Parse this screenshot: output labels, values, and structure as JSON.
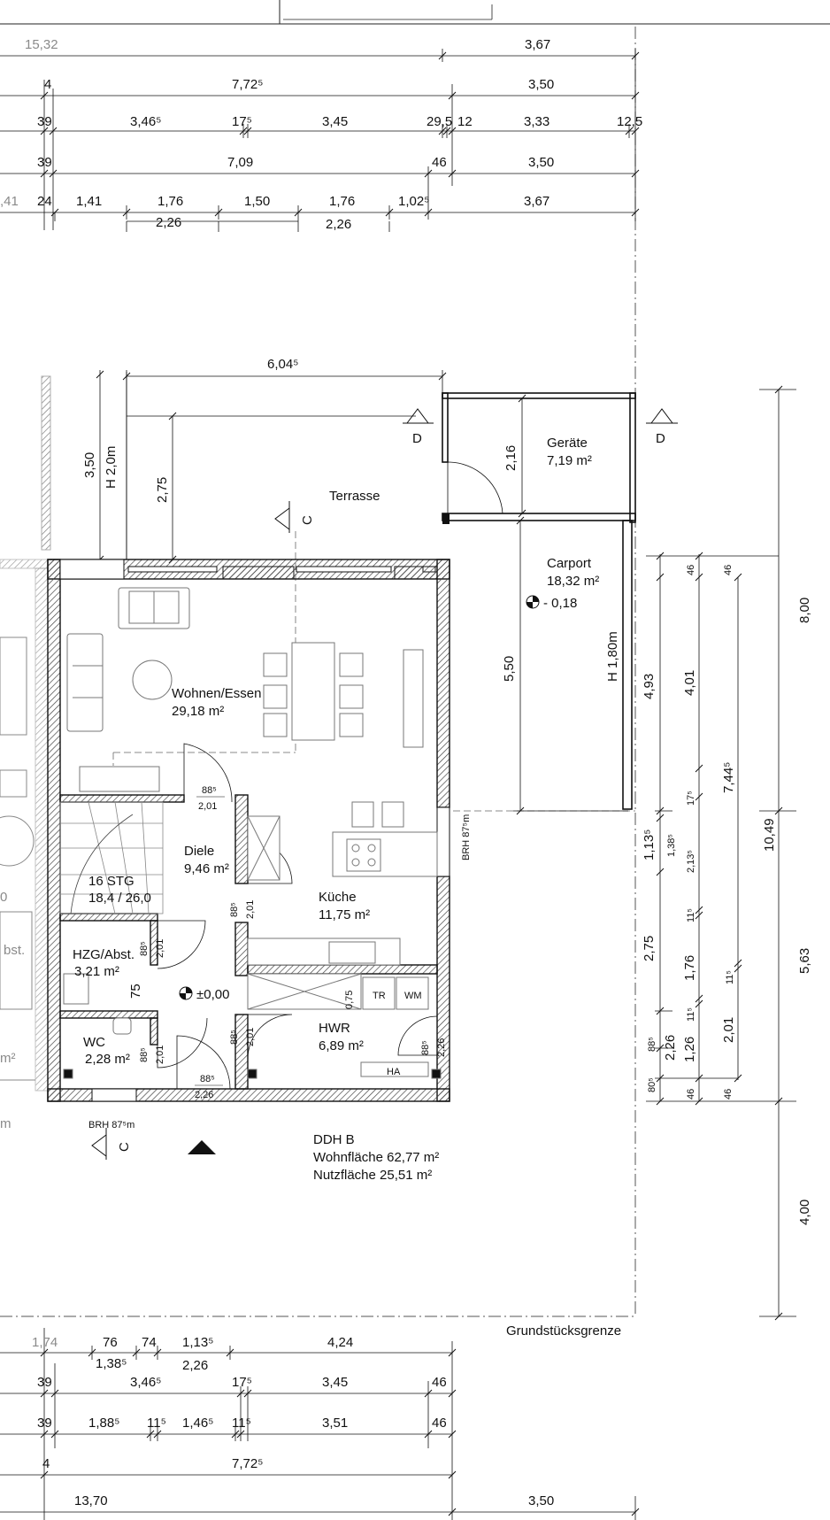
{
  "top_dimensions": {
    "row1": [
      "15,32",
      "3,67"
    ],
    "row2": [
      "4",
      "7,72⁵",
      "3,50"
    ],
    "row3": [
      "39",
      "3,46⁵",
      "17⁵",
      "3,45",
      "29,5",
      "12",
      "3,33",
      "12,5"
    ],
    "row4": [
      "39",
      "7,09",
      "46",
      "3,50"
    ],
    "row5": [
      ",41",
      "24",
      "1,41",
      "1,76",
      "1,50",
      "1,76",
      "1,02⁵",
      "3,67"
    ],
    "row5b": [
      "2,26",
      "2,26"
    ]
  },
  "terrace": {
    "width_dim": "6,04⁵",
    "height_dims": [
      "3,50",
      "2,75"
    ],
    "wall_height": "H 2,0m",
    "label": "Terrasse"
  },
  "section_markers": {
    "d_left": "D",
    "d_right": "D",
    "c_top": "C",
    "c_bottom": "C"
  },
  "rooms": {
    "geraete": {
      "name": "Geräte",
      "area": "7,19 m²",
      "dim": "2,16"
    },
    "carport": {
      "name": "Carport",
      "area": "18,32 m²",
      "level": "- 0,18",
      "dim": "5,50",
      "wall_height": "H 1,80m"
    },
    "wohnen": {
      "name": "Wohnen/Essen",
      "area": "29,18 m²"
    },
    "diele": {
      "name": "Diele",
      "area": "9,46 m²"
    },
    "kueche": {
      "name": "Küche",
      "area": "11,75 m²"
    },
    "stair": {
      "name": "16 STG",
      "area": "18,4 / 26,0"
    },
    "hzg": {
      "name": "HZG/Abst.",
      "area": "3,21 m²"
    },
    "wc": {
      "name": "WC",
      "area": "2,28 m²"
    },
    "hwr": {
      "name": "HWR",
      "area": "6,89 m²"
    }
  },
  "fixtures": {
    "tr": "TR",
    "wm": "WM",
    "ha": "HA"
  },
  "door_dims": {
    "wohn_door_top": "88⁵",
    "wohn_door_bottom": "2,01",
    "diele_door_top": "88⁵",
    "diele_door_bottom": "2,01",
    "hzg_door_top": "88⁵",
    "hzg_door_bottom": "2,01",
    "wc_door_top": "88⁵",
    "wc_door_bottom": "2,01",
    "entrance_top": "88⁵",
    "entrance_bottom": "2,26",
    "hwr_door_top": "88⁵",
    "hwr_door_bottom": "2,01",
    "hwr_ext_top": "88⁵",
    "hwr_ext_bottom": "2,26",
    "wall_75": "75",
    "wall_075": "0,75"
  },
  "level_zero": "±0,00",
  "brh_right": "BRH 87⁵m",
  "brh_bottom": "BRH 87⁵m",
  "right_dimensions": {
    "col1": [
      "46",
      "4,93",
      "17⁵",
      "1,13⁵",
      "2,75",
      "88⁵",
      "80⁵",
      "46"
    ],
    "col2": [
      "46",
      "4,01",
      "1,38⁵",
      "2,13⁵",
      "11⁵",
      "1,76",
      "11⁵",
      "2,26",
      "1,26",
      "46"
    ],
    "col3": [
      "7,44⁵",
      "11⁵",
      "2,01"
    ],
    "col4": [
      "8,00",
      "10,49",
      "5,63",
      "4,00"
    ]
  },
  "summary": {
    "title": "DDH B",
    "wohnflaeche": "Wohnfläche 62,77 m²",
    "nutzflaeche": "Nutzfläche 25,51 m²"
  },
  "boundary_label": "Grundstücksgrenze",
  "bottom_dimensions": {
    "row1": [
      "1,74",
      "76",
      "74",
      "1,13⁵",
      "4,24"
    ],
    "row1b": [
      "1,38⁵",
      "2,26"
    ],
    "row2": [
      "39",
      "3,46⁵",
      "17⁵",
      "3,45",
      "46"
    ],
    "row3": [
      "39",
      "1,88⁵",
      "11⁵",
      "1,46⁵",
      "11⁵",
      "3,51",
      "46"
    ],
    "row4": [
      "4",
      "7,72⁵"
    ],
    "row5": [
      "13,70",
      "3,50"
    ]
  },
  "left_fragments": [
    "0",
    "bst.",
    "m²",
    "m"
  ]
}
